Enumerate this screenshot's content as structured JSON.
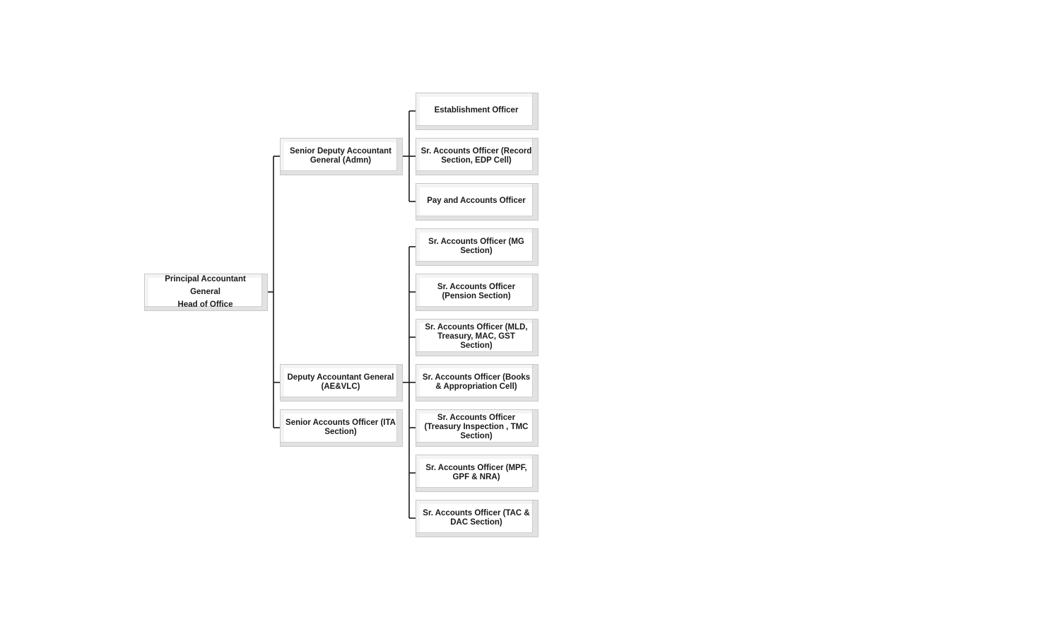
{
  "org_chart": {
    "root": {
      "title": "Principal Accountant General",
      "subtitle": "Head of Office"
    },
    "level2": [
      {
        "label": "Senior Deputy Accountant General (Admn)"
      },
      {
        "label": "Deputy Accountant General (AE&VLC)"
      },
      {
        "label": "Senior Accounts Officer (ITA Section)"
      }
    ],
    "admn_reports": [
      {
        "label": "Establishment Officer"
      },
      {
        "label": "Sr. Accounts Officer (Record Section, EDP Cell)"
      },
      {
        "label": "Pay and Accounts Officer"
      }
    ],
    "ae_vlc_reports": [
      {
        "label": "Sr. Accounts Officer (MG Section)"
      },
      {
        "label": "Sr. Accounts Officer (Pension Section)"
      },
      {
        "label": "Sr. Accounts Officer (MLD, Treasury, MAC, GST Section)"
      },
      {
        "label": "Sr. Accounts Officer (Books & Appropriation Cell)"
      },
      {
        "label": "Sr. Accounts Officer (Treasury Inspection , TMC Section)"
      },
      {
        "label": "Sr. Accounts Officer (MPF, GPF & NRA)"
      },
      {
        "label": "Sr. Accounts Officer (TAC & DAC Section)"
      }
    ]
  }
}
